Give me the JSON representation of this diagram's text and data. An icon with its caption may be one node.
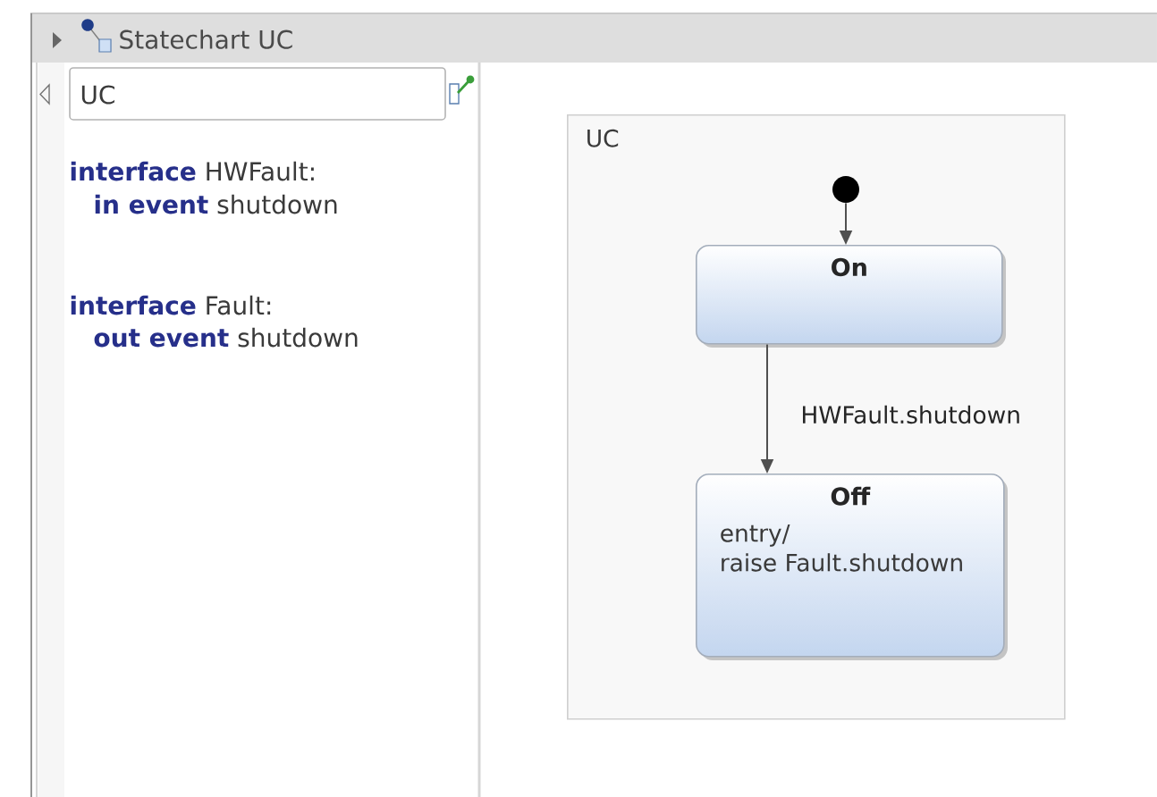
{
  "diagram": {
    "title": "Statechart UC",
    "nodes": [
      {
        "text": [
          "UC"
        ]
      },
      {
        "text": [],
        "shape": "circle",
        "in": 0
      },
      {
        "text": [
          "On"
        ],
        "in": 0
      },
      {
        "text": [
          "Off",
          "entry/ raise Fault.shutdown"
        ],
        "in": 0
      }
    ],
    "edges": [
      {
        "from": 1,
        "to": 2,
        "arrow": "to"
      },
      {
        "from": 2,
        "to": 3,
        "arrow": "to",
        "label": "HWFault.shutdown"
      }
    ],
    "labels": [
      "UC",
      "**interface** HWFault:",
      "**in event** shutdown",
      "**interface** Fault:",
      "**out event** shutdown"
    ]
  }
}
